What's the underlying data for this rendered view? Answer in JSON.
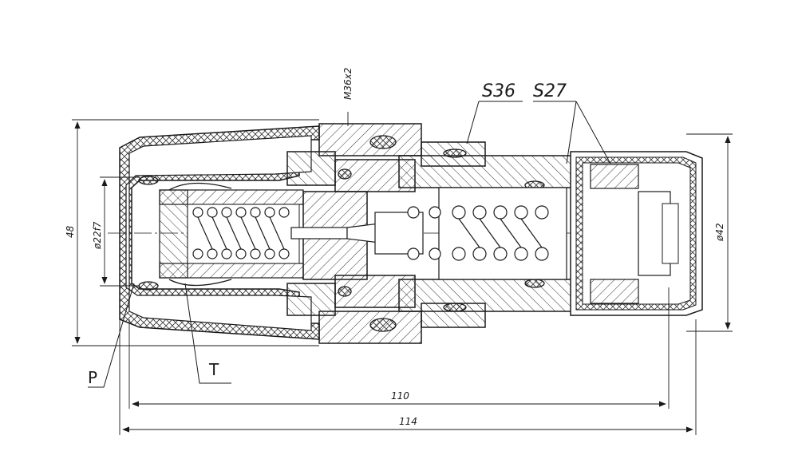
{
  "colors": {
    "line": "#1a1a1a",
    "hatch": "#333333",
    "background": "#ffffff"
  },
  "labels": {
    "wrench_size_36": "S36",
    "wrench_size_27": "S27",
    "thread": "M36x2",
    "port_p": "P",
    "port_t": "T"
  },
  "dimensions": {
    "height": "48",
    "bore_diameter": "ø22f7",
    "outer_diameter": "ø42",
    "length_110": "110",
    "length_114": "114"
  }
}
